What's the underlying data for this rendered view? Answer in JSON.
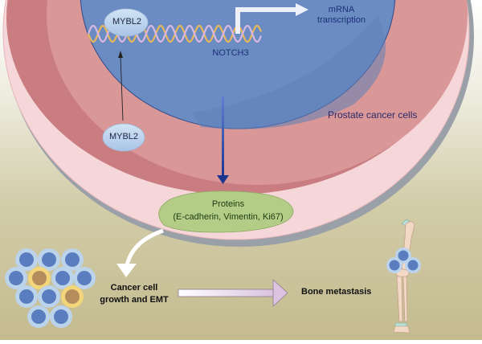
{
  "diagram": {
    "title": "MYBL2 regulates NOTCH3 transcription in prostate cancer cells",
    "nucleus": {
      "gene_label": "NOTCH3",
      "transcription_label_line1": "mRNA",
      "transcription_label_line2": "transcription",
      "bound_factor_label": "MYBL2"
    },
    "cytoplasm": {
      "cell_label": "Prostate cancer cells",
      "factor_label": "MYBL2"
    },
    "proteins": {
      "line1": "Proteins",
      "line2": "(E-cadherin, Vimentin, Ki67)"
    },
    "outcomes": {
      "growth_line1": "Cancer cell",
      "growth_line2": "growth and EMT",
      "metastasis": "Bone metastasis"
    },
    "colors": {
      "nucleus": "#6b8cc3",
      "cytoplasm": "#d89595",
      "membrane": "#f4d3d6",
      "protein_bubble": "#b3cc86",
      "factor_bubble": "#bcd3ec",
      "cell_nucleus": "#5a7dbf",
      "cell_highlight_ring": "#f3d57c",
      "cell_highlight_core": "#b58d5c"
    }
  }
}
